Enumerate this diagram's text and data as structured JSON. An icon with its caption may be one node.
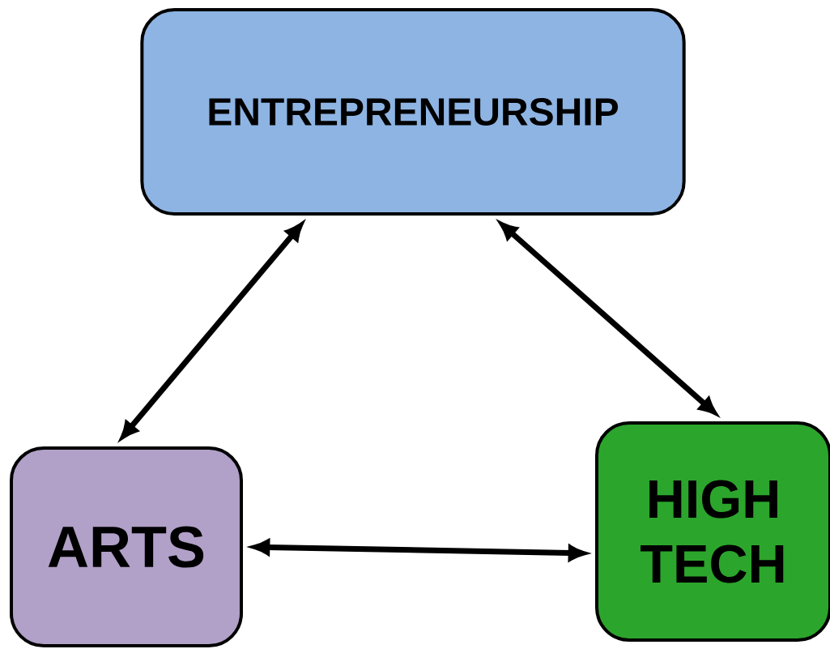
{
  "diagram": {
    "nodes": [
      {
        "text": [
          "ENTREPRENEURSHIP"
        ]
      },
      {
        "text": [
          "ARTS"
        ]
      },
      {
        "text": [
          "HIGH TECH"
        ]
      }
    ],
    "edges": [
      {
        "from": 0,
        "to": 1,
        "arrow": "both"
      },
      {
        "from": 0,
        "to": 2,
        "arrow": "both"
      },
      {
        "from": 1,
        "to": 2,
        "arrow": "both"
      }
    ]
  }
}
